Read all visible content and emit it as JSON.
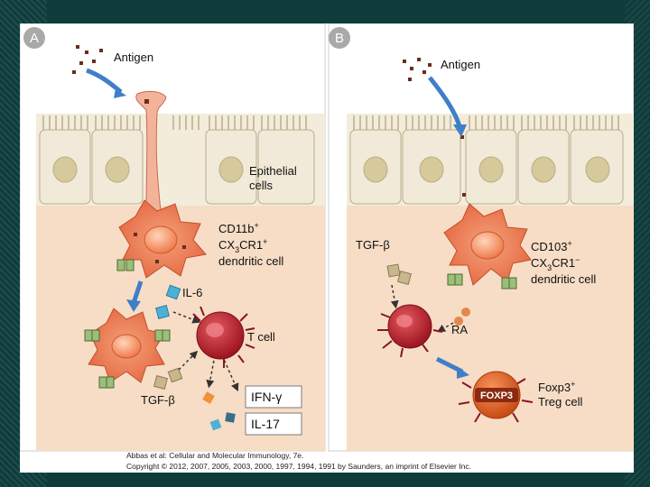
{
  "panel_a": {
    "letter": "A",
    "antigen": "Antigen",
    "epithelial_line1": "Epithelial",
    "epithelial_line2": "cells",
    "dc_line1": "CD11b",
    "dc_line1_sup": "+",
    "dc_line2_a": "CX",
    "dc_line2_sub": "3",
    "dc_line2_b": "CR1",
    "dc_line2_sup": "+",
    "dc_line3": "dendritic cell",
    "il6": "IL-6",
    "tcell": "T cell",
    "tgfb": "TGF-β",
    "ifng": "IFN-γ",
    "il17": "IL-17"
  },
  "panel_b": {
    "letter": "B",
    "antigen": "Antigen",
    "tgfb": "TGF-β",
    "dc_line1": "CD103",
    "dc_line1_sup": "+",
    "dc_line2_a": "CX",
    "dc_line2_sub": "3",
    "dc_line2_b": "CR1",
    "dc_line2_sup": "−",
    "dc_line3": "dendritic cell",
    "ra": "RA",
    "foxp3": "FOXP3",
    "treg_line1": "Foxp3",
    "treg_line1_sup": "+",
    "treg_line2": "Treg cell"
  },
  "caption": {
    "line1": "Abbas et al: Cellular and Molecular Immunology, 7e.",
    "line2": "Copyright © 2012, 2007, 2005, 2003, 2000, 1997, 1994, 1991 by Saunders, an imprint of Elsevier Inc."
  },
  "colors": {
    "background": "#0f3b3b",
    "tissue": "#f7ddc6",
    "epithelium": "#f1ead8",
    "nucleus": "#d6c99a",
    "dendritic_cell": "#e8704a",
    "t_cell": "#b0202a",
    "treg_cell": "#e0561e",
    "arrow_blue": "#3f7fc9"
  }
}
